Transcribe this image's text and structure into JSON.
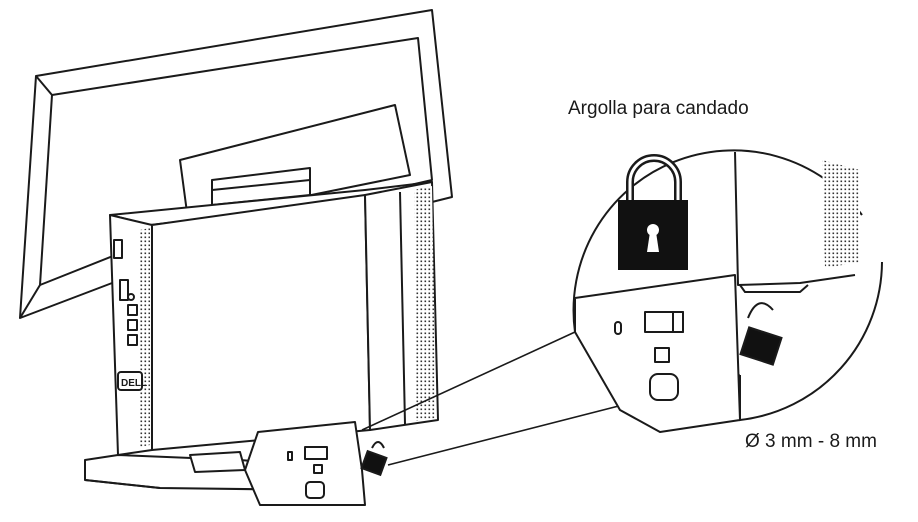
{
  "labels": {
    "padlock_ring": "Argolla para candado",
    "hole_diameter": "Ø 3 mm - 8 mm"
  },
  "brand": "DELL",
  "colors": {
    "line": "#1a1a1a",
    "fill": "#ffffff",
    "padlock_body": "#111111"
  },
  "icons": [
    "padlock-icon",
    "keyhole-icon"
  ]
}
